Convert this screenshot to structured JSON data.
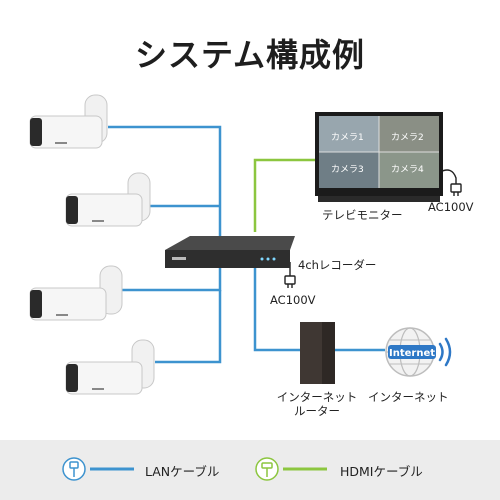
{
  "title": "システム構成例",
  "labels": {
    "tv": "テレビモニター",
    "tv_power": "AC100V",
    "recorder": "4chレコーダー",
    "recorder_power": "AC100V",
    "router_line1": "インターネット",
    "router_line2": "ルーター",
    "internet": "インターネット",
    "cloud_text": "Internet"
  },
  "screen_cams": [
    "カメラ1",
    "カメラ2",
    "カメラ3",
    "カメラ4"
  ],
  "legend": {
    "lan": "LANケーブル",
    "hdmi": "HDMIケーブル"
  },
  "colors": {
    "lan": "#3d93cf",
    "hdmi": "#8cc63f",
    "legend_bg": "#ececec"
  }
}
